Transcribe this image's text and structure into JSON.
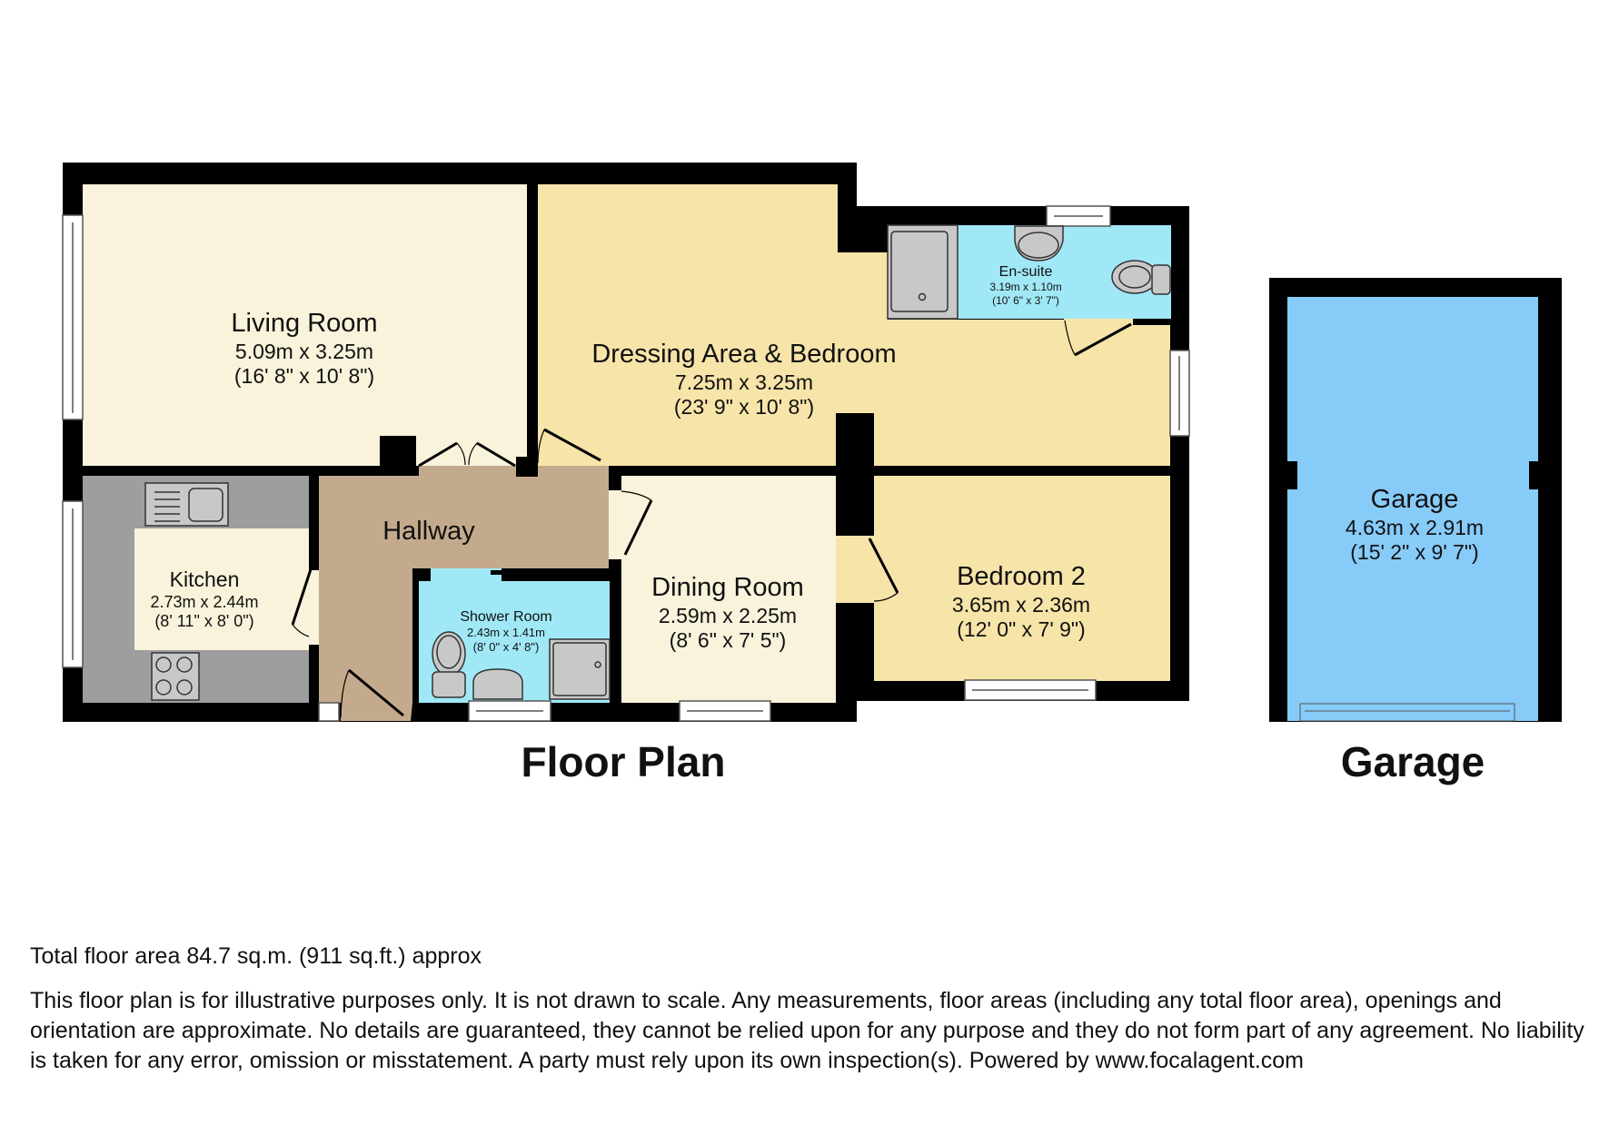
{
  "colors": {
    "wall": "#000000",
    "living": "#f9f3dc",
    "bedroom": "#f7e4a9",
    "hallway": "#c4aa8c",
    "kitchen_floor": "#9e9e9e",
    "kitchen_center": "#f9f3dc",
    "bathroom": "#a0e8f6",
    "garage": "#87cbf8",
    "fixture": "#c8c8c8"
  },
  "floor_plan": {
    "title": "Floor Plan",
    "rooms": [
      {
        "id": "living-room",
        "name": "Living Room",
        "metric": "5.09m x 3.25m",
        "imperial": "(16' 8\" x 10' 8\")"
      },
      {
        "id": "dressing-bedroom",
        "name": "Dressing Area & Bedroom",
        "metric": "7.25m x 3.25m",
        "imperial": "(23' 9\" x 10' 8\")"
      },
      {
        "id": "en-suite",
        "name": "En-suite",
        "metric": "3.19m x 1.10m",
        "imperial": "(10' 6\" x 3' 7\")"
      },
      {
        "id": "hallway",
        "name": "Hallway"
      },
      {
        "id": "kitchen",
        "name": "Kitchen",
        "metric": "2.73m x 2.44m",
        "imperial": "(8' 11\" x 8' 0\")"
      },
      {
        "id": "shower-room",
        "name": "Shower Room",
        "metric": "2.43m x 1.41m",
        "imperial": "(8' 0\" x 4' 8\")"
      },
      {
        "id": "dining-room",
        "name": "Dining Room",
        "metric": "2.59m x 2.25m",
        "imperial": "(8' 6\" x 7' 5\")"
      },
      {
        "id": "bedroom-2",
        "name": "Bedroom 2",
        "metric": "3.65m x 2.36m",
        "imperial": "(12' 0\" x 7' 9\")"
      }
    ]
  },
  "garage": {
    "title": "Garage",
    "room": {
      "id": "garage",
      "name": "Garage",
      "metric": "4.63m x 2.91m",
      "imperial": "(15' 2\" x 9' 7\")"
    }
  },
  "footer": {
    "total_area": "Total floor area 84.7 sq.m. (911 sq.ft.) approx",
    "disclaimer": "This floor plan is for illustrative purposes only. It is not drawn to scale. Any measurements, floor areas (including any total floor area), openings and orientation are approximate. No details are guaranteed, they cannot be relied upon for any purpose and they do not form part of any agreement. No liability is taken for any error, omission or misstatement. A party must rely upon its own inspection(s). Powered by www.focalagent.com"
  }
}
